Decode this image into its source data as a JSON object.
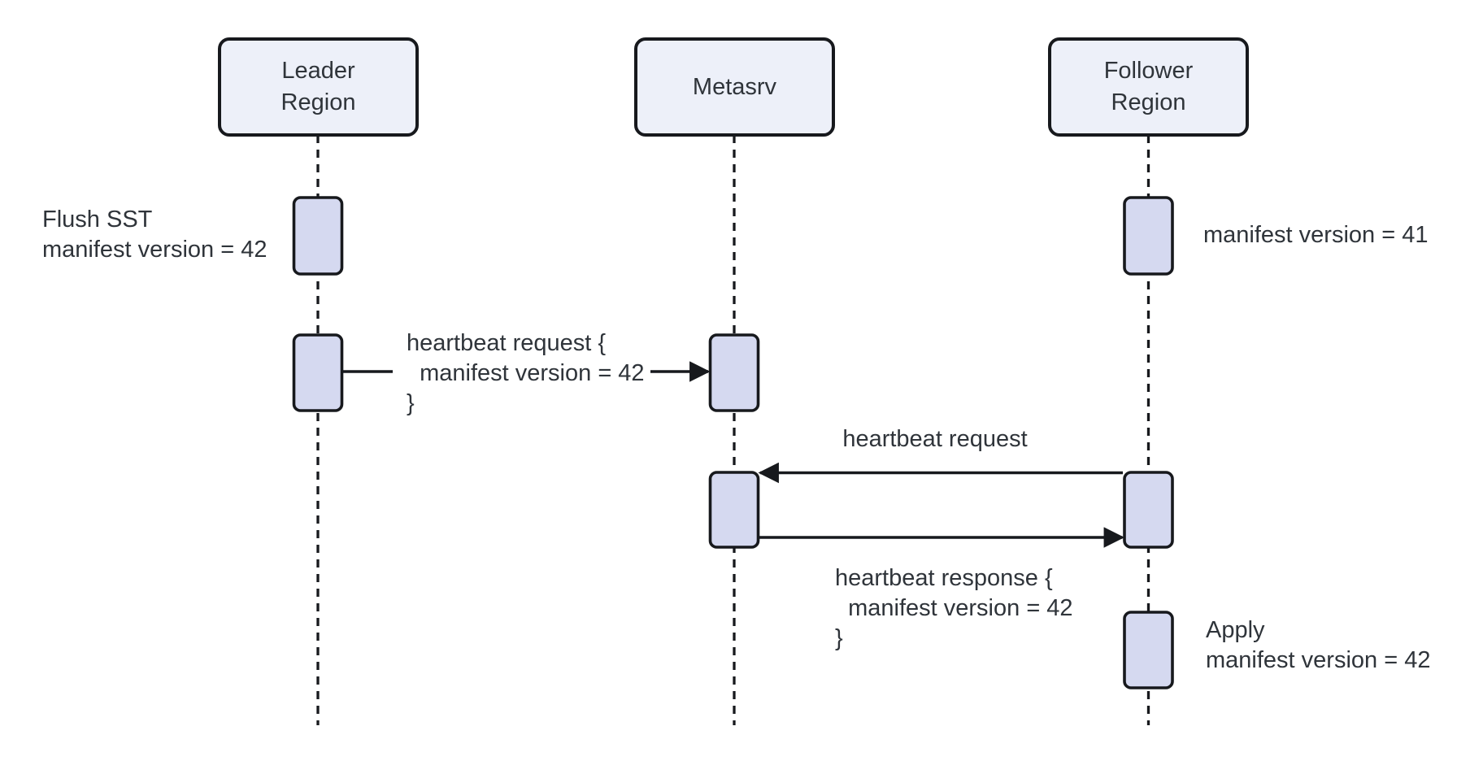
{
  "sequence": {
    "actors": [
      {
        "id": "leader-region",
        "label": "Leader\nRegion"
      },
      {
        "id": "metasrv",
        "label": "Metasrv"
      },
      {
        "id": "follower-region",
        "label": "Follower\nRegion"
      }
    ],
    "events": [
      {
        "kind": "note",
        "actor": "leader-region",
        "side": "left",
        "text": "Flush SST\nmanifest version = 42"
      },
      {
        "kind": "note",
        "actor": "follower-region",
        "side": "right",
        "text": "manifest version = 41"
      },
      {
        "kind": "message",
        "from": "leader-region",
        "to": "metasrv",
        "text": "heartbeat request {\n  manifest version = 42\n}"
      },
      {
        "kind": "message",
        "from": "follower-region",
        "to": "metasrv",
        "text": "heartbeat request"
      },
      {
        "kind": "message",
        "from": "metasrv",
        "to": "follower-region",
        "text": "heartbeat response {\n  manifest version = 42\n}"
      },
      {
        "kind": "note",
        "actor": "follower-region",
        "side": "right",
        "text": "Apply\nmanifest version = 42"
      }
    ]
  },
  "colors": {
    "background": "#ffffff",
    "actor_fill": "#edf0f9",
    "activation_fill": "#d5d9f0",
    "stroke": "#17191d",
    "text": "#2f343a"
  }
}
